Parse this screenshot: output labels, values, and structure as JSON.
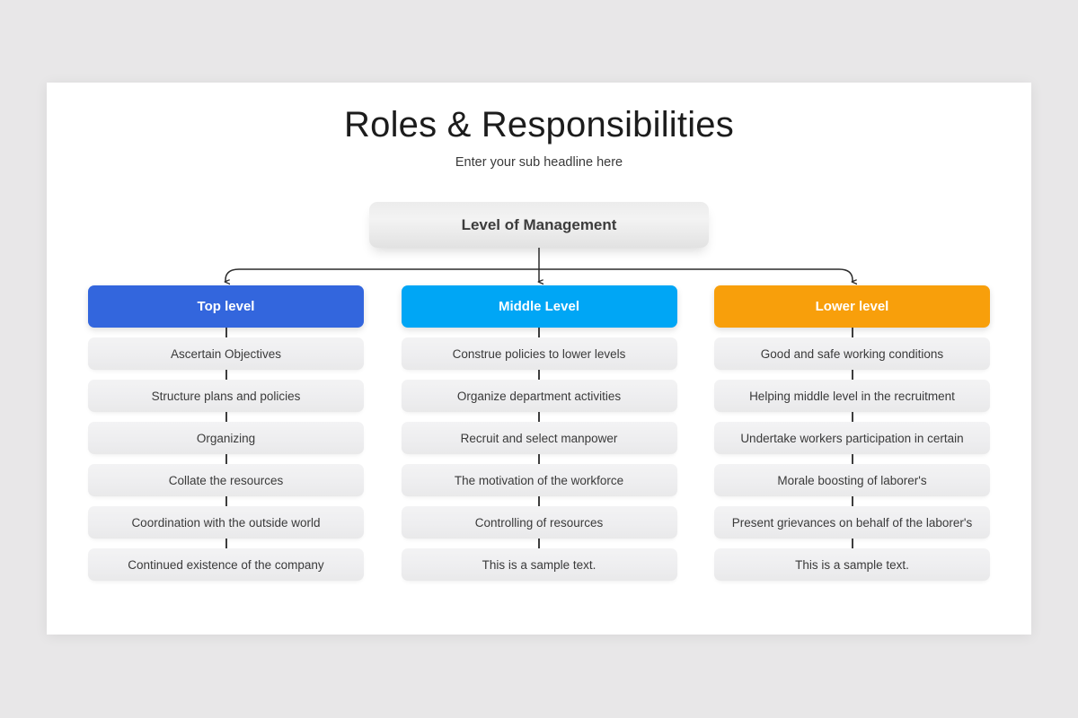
{
  "slide": {
    "title": "Roles & Responsibilities",
    "subtitle": "Enter your sub headline here",
    "root_box_label": "Level of Management",
    "background_color": "#e8e7e8",
    "card_color": "#ffffff"
  },
  "columns": [
    {
      "header": "Top level",
      "header_color": "#3366dd",
      "items": [
        "Ascertain Objectives",
        "Structure plans and policies",
        "Organizing",
        "Collate the resources",
        "Coordination with the outside world",
        "Continued existence of the company"
      ]
    },
    {
      "header": "Middle Level",
      "header_color": "#00a6f5",
      "items": [
        "Construe policies to lower levels",
        "Organize department activities",
        "Recruit and select manpower",
        "The motivation of the workforce",
        "Controlling of resources",
        "This is a sample text."
      ]
    },
    {
      "header": "Lower level",
      "header_color": "#f89f0b",
      "items": [
        "Good and safe working conditions",
        "Helping middle level in the recruitment",
        "Undertake workers participation in certain",
        "Morale boosting of laborer's",
        "Present grievances on behalf of the laborer's",
        "This is a sample text."
      ]
    }
  ]
}
